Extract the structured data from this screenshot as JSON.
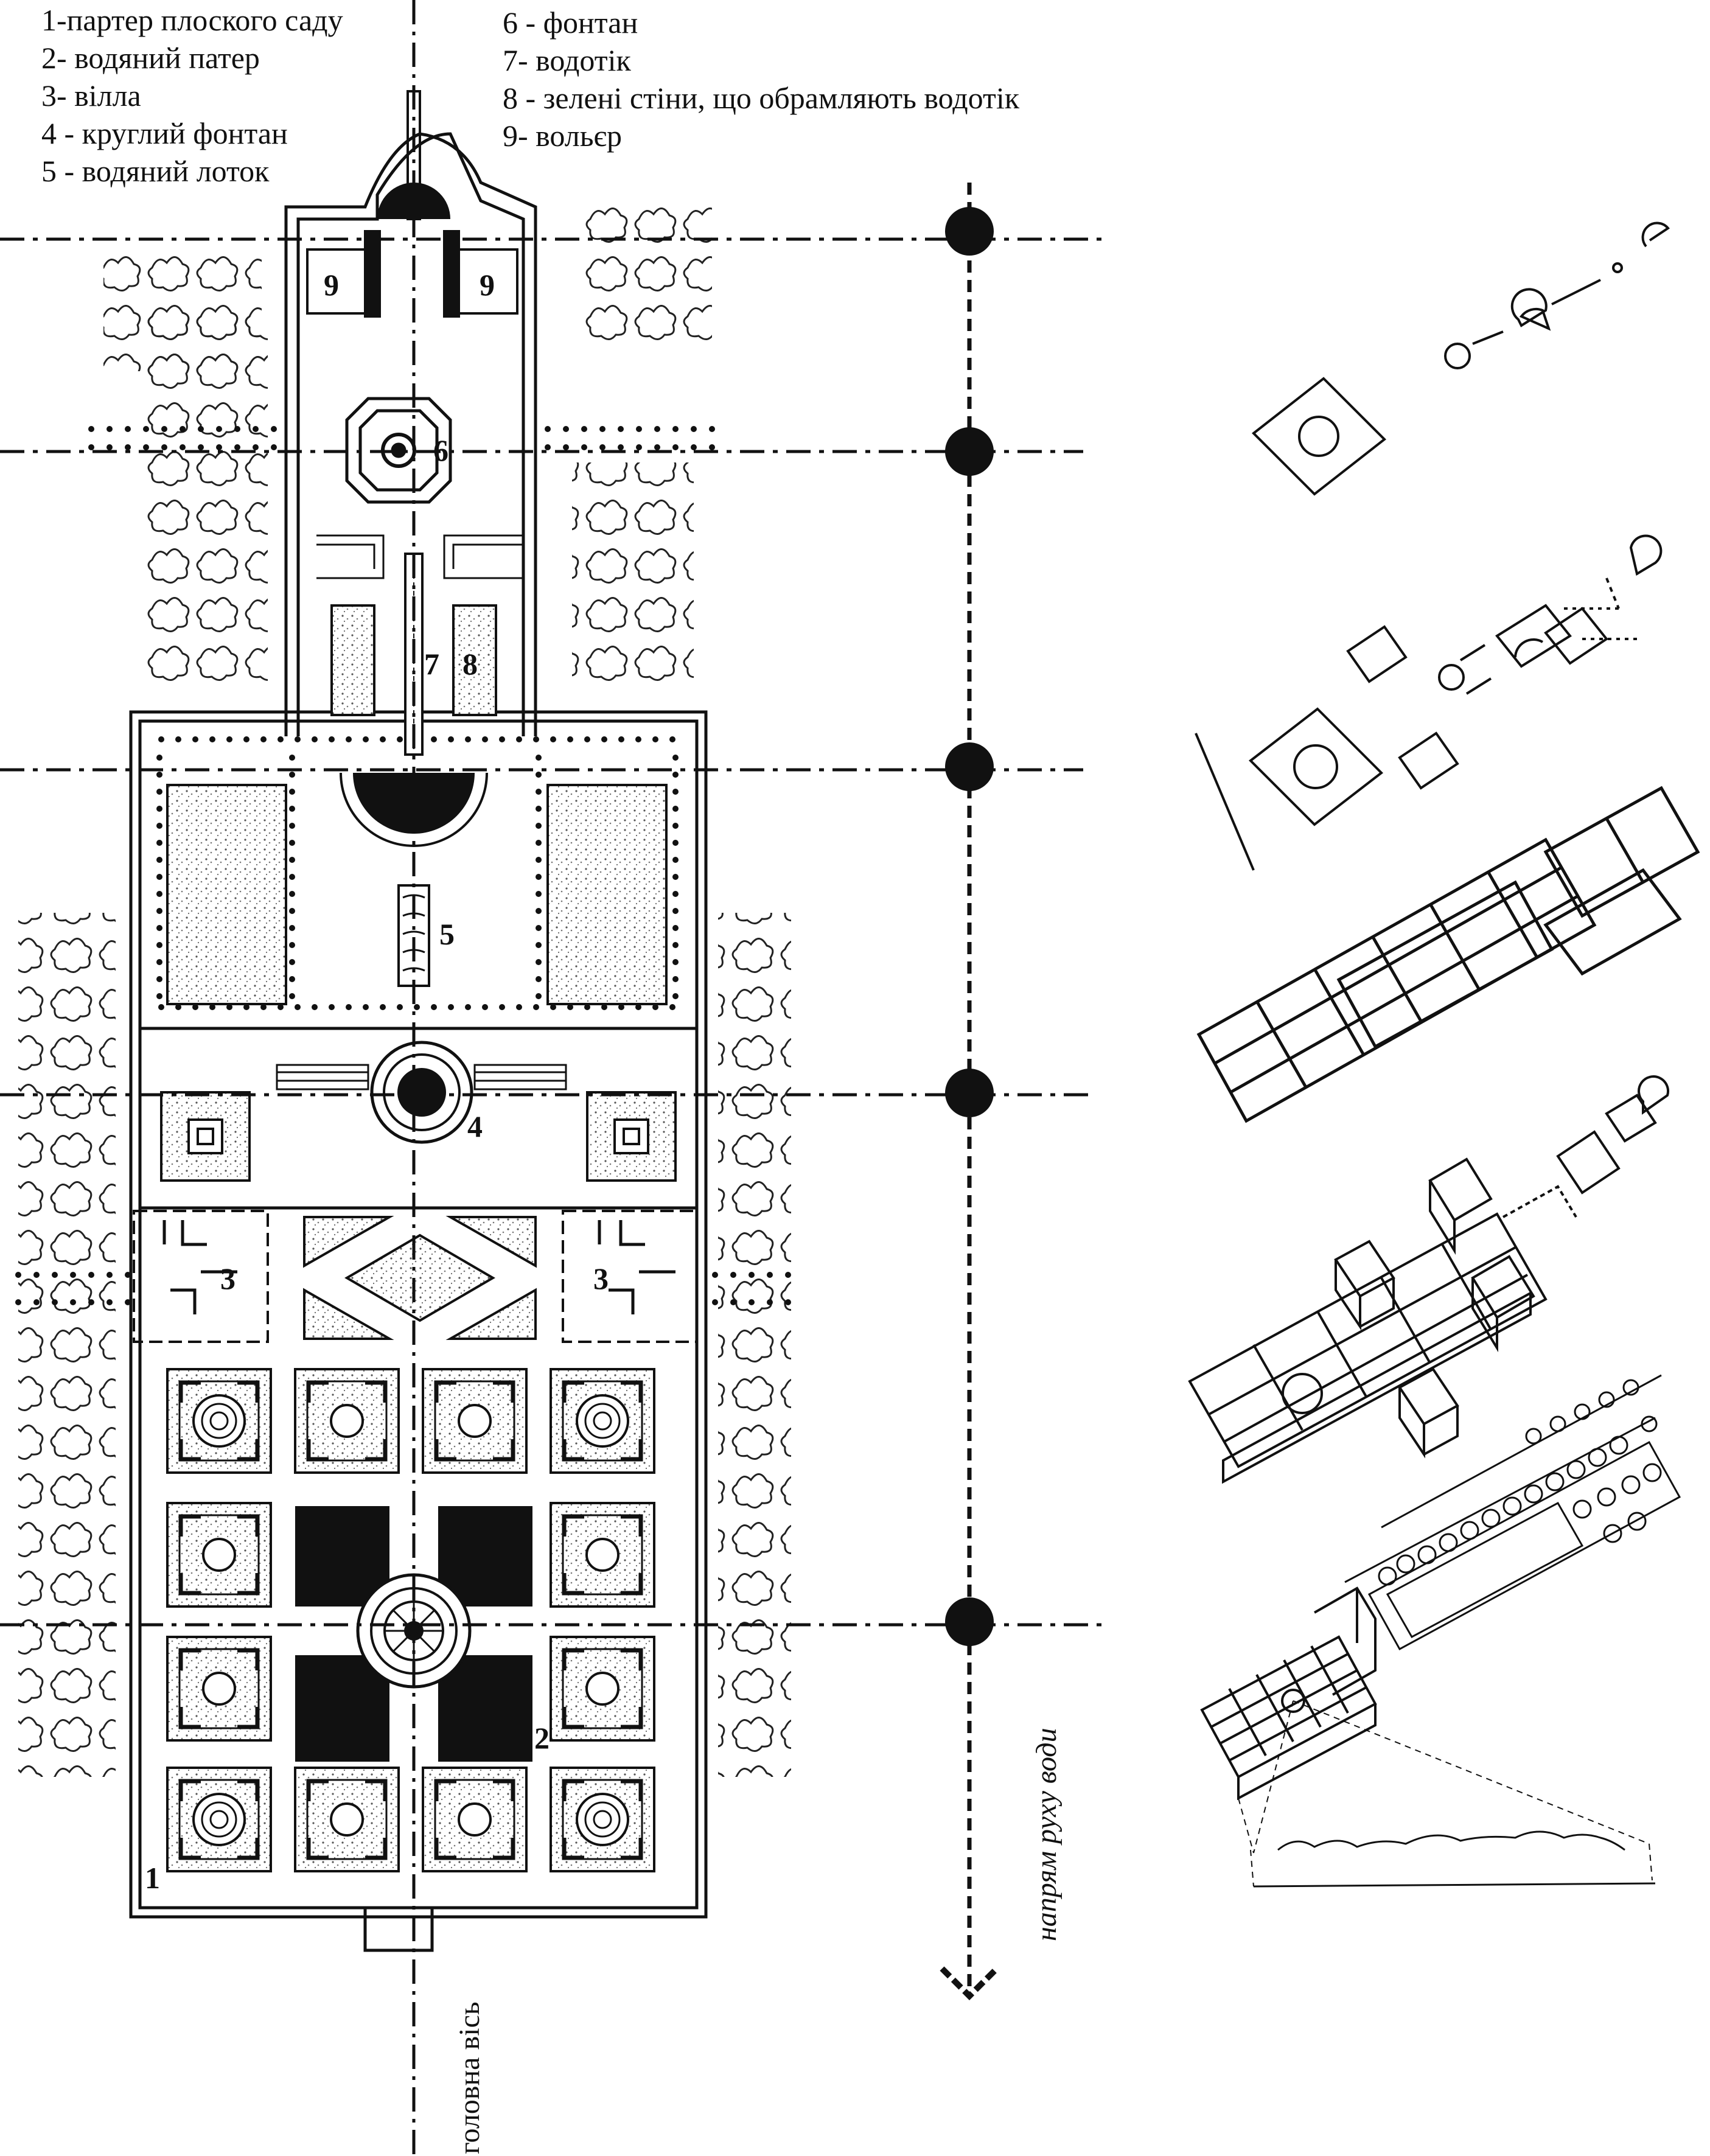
{
  "legend": {
    "left": [
      "1-партер плоского саду",
      "2- водяний патер",
      "3- вілла",
      "4 - круглий фонтан",
      "5 - водяний лоток"
    ],
    "right": [
      "6 - фонтан",
      "7- водотік",
      "8 - зелені стіни, що обрамляють водотік",
      "9- вольєр"
    ]
  },
  "plan_labels": {
    "n1": "1",
    "n2": "2",
    "n3a": "3",
    "n3b": "3",
    "n4": "4",
    "n5": "5",
    "n6": "6",
    "n7": "7",
    "n8": "8",
    "n9a": "9",
    "n9b": "9"
  },
  "axis_label": "головна вісь",
  "water_direction_label": "напрям руху води",
  "colors": {
    "ink": "#111111",
    "paper": "#ffffff",
    "stipple": "#d6d6d6"
  }
}
